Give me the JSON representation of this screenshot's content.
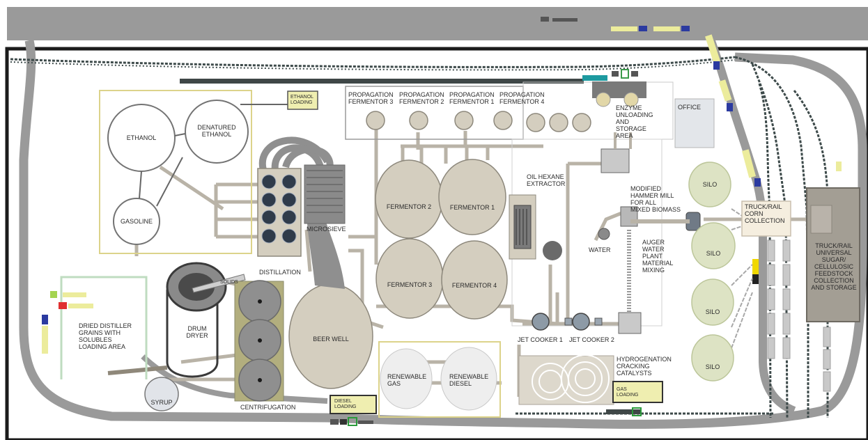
{
  "labels": {
    "ethanol": "ETHANOL",
    "denatured_ethanol": "DENATURED\nETHANOL",
    "gasoline": "GASOLINE",
    "ethanol_loading": "ETHANOL\nLOADING",
    "prop3": "PROPAGATION\nFERMENTOR 3",
    "prop2": "PROPAGATION\nFERMENTOR 2",
    "prop1": "PROPAGATION\nFERMENTOR 1",
    "prop4": "PROPAGATION\nFERMENTOR 4",
    "enzyme": "ENZYME\nUNLOADING\nAND\nSTORAGE\nAREA",
    "office": "OFFICE",
    "fermentor2": "FERMENTOR 2",
    "fermentor1": "FERMENTOR 1",
    "fermentor3": "FERMENTOR 3",
    "fermentor4": "FERMENTOR 4",
    "oil_hexane": "OIL HEXANE\nEXTRACTOR",
    "hammer_mill": "MODIFIED\nHAMMER MILL\nFOR ALL\nMIXED BIOMASS",
    "water": "WATER",
    "auger": "AUGER\nWATER\nPLANT\nMATERIAL\nMIXING",
    "microsieve": "MICROSIEVE",
    "distillation": "DISTILLATION",
    "solids": "SOLIDS",
    "drum_dryer": "DRUM\nDRYER",
    "ddgs": "DRIED DISTILLER\nGRAINS WITH\nSOLUBLES\nLOADING AREA",
    "syrup": "SYRUP",
    "centrifugation": "CENTRIFUGATION",
    "beer_well": "BEER WELL",
    "renewable_gas": "RENEWABLE\nGAS",
    "renewable_diesel": "RENEWABLE\nDIESEL",
    "diesel_loading": "DIESEL\nLOADING",
    "jet_cooker_1": "JET COOKER 1",
    "jet_cooker_2": "JET COOKER 2",
    "hydrogenation": "HYDROGENATION\nCRACKING\nCATALYSTS",
    "gas_loading": "GAS\nLOADING",
    "silo": "SILO",
    "truck_rail_corn": "TRUCK/RAIL\nCORN\nCOLLECTION",
    "truck_rail_universal": "TRUCK/RAIL\nUNIVERSAL\nSUGAR/\nCELLULOSIC\nFEEDSTOCK\nCOLLECTION\nAND STORAGE"
  },
  "colors": {
    "road": "#8e8e8e",
    "rail": "#3d4a4a",
    "tank_fill": "#d4cebf",
    "tank_stroke": "#8d887c",
    "pipe": "#b9b3a7",
    "silo_fill": "#dde3c4",
    "yellow_outline": "#dcd38a",
    "green_outline": "#bfdcc0",
    "loading_fill": "#efeeb0",
    "storage_fill": "#a39e94"
  }
}
